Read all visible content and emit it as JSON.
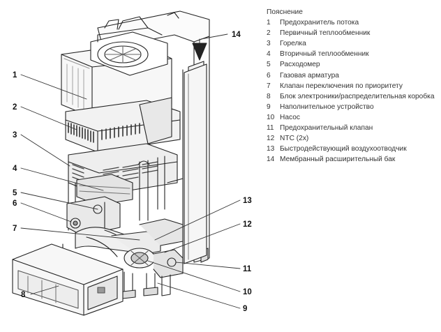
{
  "legend": {
    "title": "Пояснение",
    "items": [
      {
        "num": "1",
        "text": "Предохранитель потока"
      },
      {
        "num": "2",
        "text": "Первичный теплообменник"
      },
      {
        "num": "3",
        "text": "Горелка"
      },
      {
        "num": "4",
        "text": "Вторичный теплообменник"
      },
      {
        "num": "5",
        "text": "Расходомер"
      },
      {
        "num": "6",
        "text": "Газовая арматура"
      },
      {
        "num": "7",
        "text": "Клапан переключения по приоритету"
      },
      {
        "num": "8",
        "text": "Блок электроники/распределительная коробка"
      },
      {
        "num": "9",
        "text": "Наполнительное устройство"
      },
      {
        "num": "10",
        "text": "Насос"
      },
      {
        "num": "11",
        "text": "Предохранительный клапан"
      },
      {
        "num": "12",
        "text": "NTC (2x)"
      },
      {
        "num": "13",
        "text": "Быстродействующий воздухоотводчик"
      },
      {
        "num": "14",
        "text": "Мембранный расширительный бак"
      }
    ]
  },
  "callouts": {
    "c1": "1",
    "c2": "2",
    "c3": "3",
    "c4": "4",
    "c5": "5",
    "c6": "6",
    "c7": "7",
    "c8": "8",
    "c9": "9",
    "c10": "10",
    "c11": "11",
    "c12": "12",
    "c13": "13",
    "c14": "14"
  }
}
